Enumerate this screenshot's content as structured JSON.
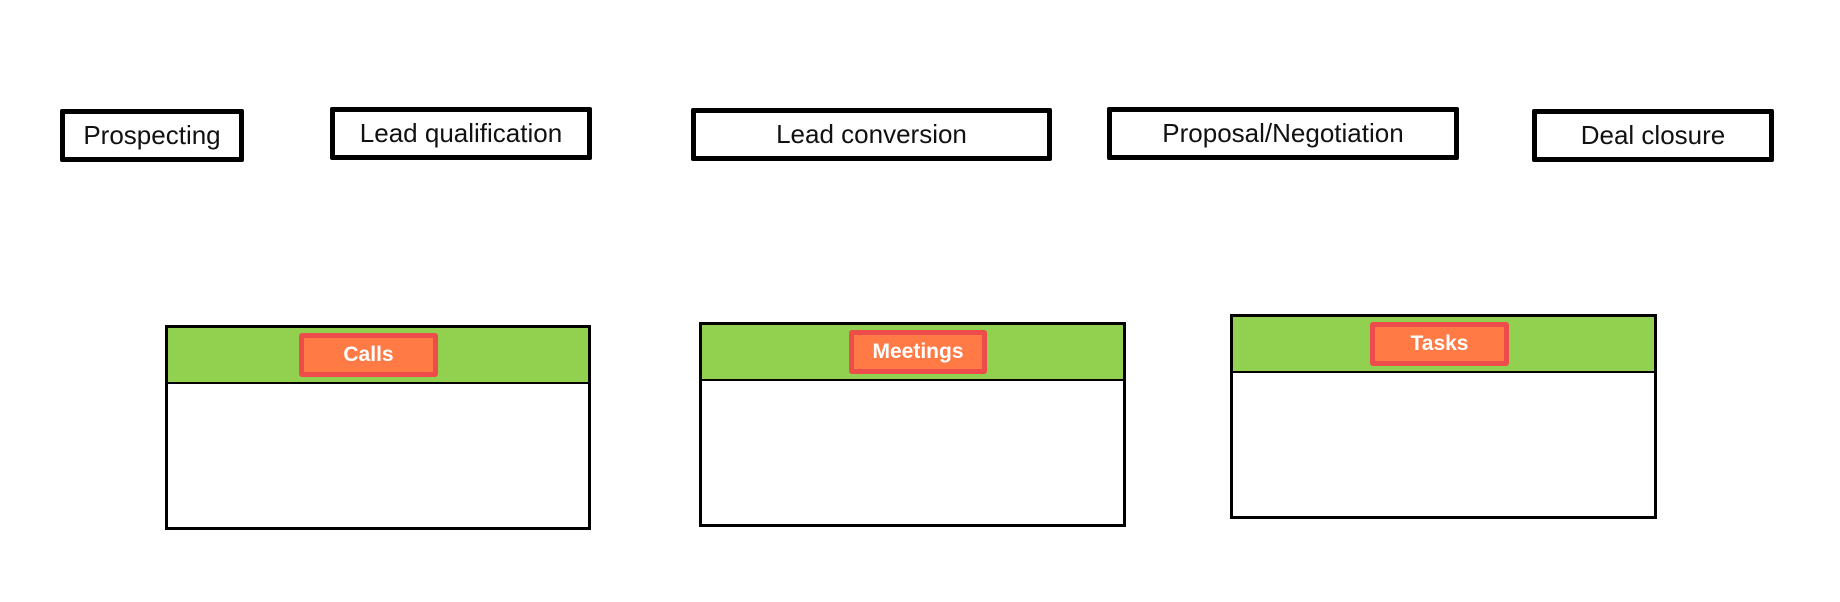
{
  "stages": [
    {
      "label": "Prospecting"
    },
    {
      "label": "Lead qualification"
    },
    {
      "label": "Lead conversion"
    },
    {
      "label": "Proposal/Negotiation"
    },
    {
      "label": "Deal closure"
    }
  ],
  "activities": [
    {
      "label": "Calls"
    },
    {
      "label": "Meetings"
    },
    {
      "label": "Tasks"
    }
  ],
  "colors": {
    "stage_border": "#000000",
    "card_header": "#92d050",
    "label_fill": "#ff7a45",
    "label_border": "#ee4b4b",
    "label_text": "#ffffff"
  }
}
